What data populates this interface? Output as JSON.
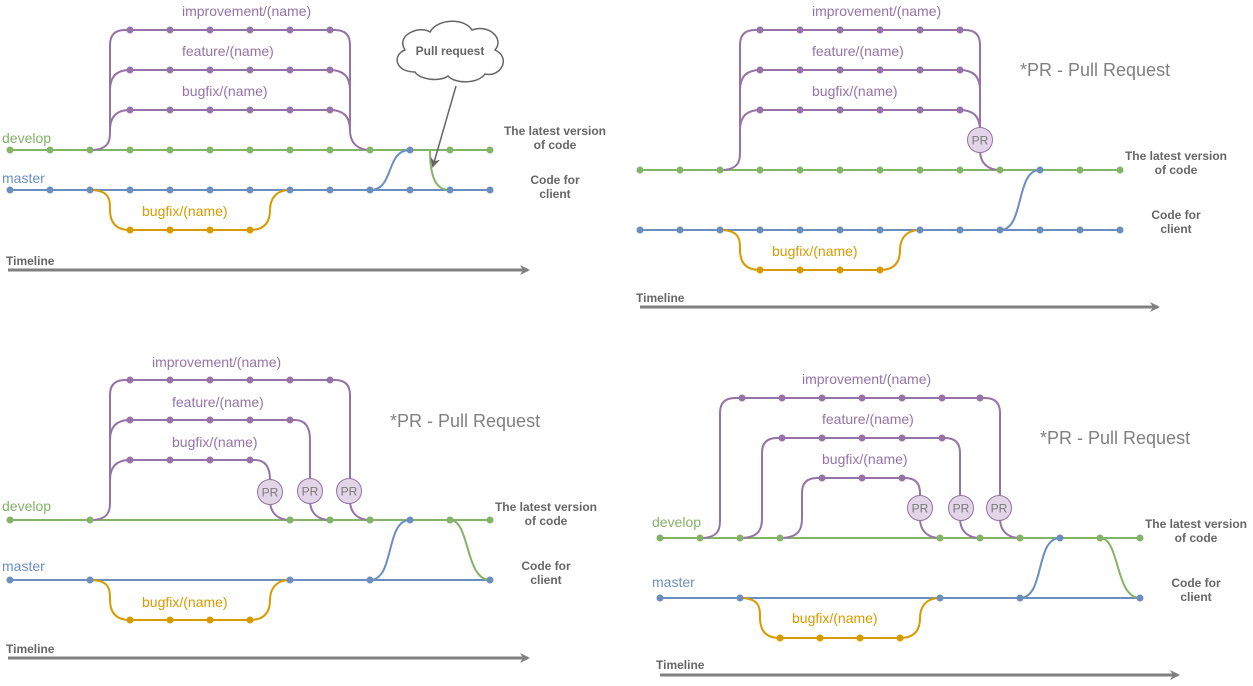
{
  "colors": {
    "develop": "#82b366",
    "master": "#6c8ebf",
    "improvement": "#9673a6",
    "bugfix_master": "#d79b00",
    "timeline": "#808080",
    "pr_fill": "#e1d5e7"
  },
  "labels": {
    "improvement": "improvement/(name)",
    "feature": "feature/(name)",
    "bugfix": "bugfix/(name)",
    "develop": "develop",
    "master": "master",
    "latest_line1": "The latest version",
    "latest_line2": "of code",
    "client_line1": "Code for",
    "client_line2": "client",
    "timeline": "Timeline",
    "pull_request_cloud": "Pull request",
    "pr_note": "*PR - Pull Request",
    "pr_badge": "PR"
  }
}
